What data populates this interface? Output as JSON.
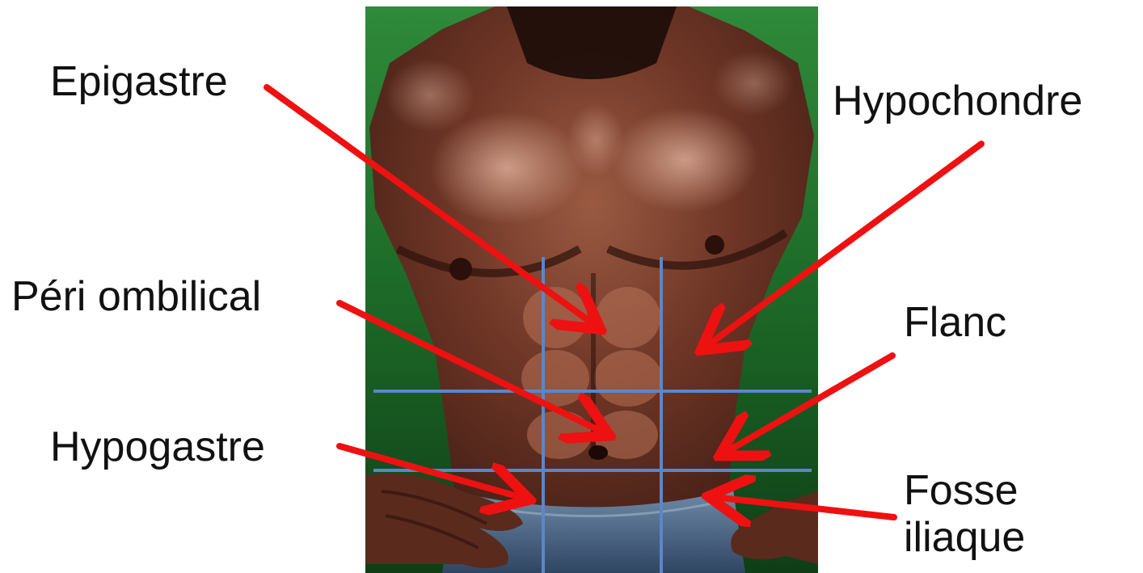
{
  "labels": {
    "epigastre": "Epigastre",
    "hypochondre": "Hypochondre",
    "peri_ombilical": "Péri ombilical",
    "flanc": "Flanc",
    "hypogastre": "Hypogastre",
    "fosse_iliaque_line1": "Fosse",
    "fosse_iliaque_line2": "iliaque"
  },
  "colors": {
    "arrow": "#ee1111",
    "grid": "#5b86c9",
    "background": "#ffffff",
    "photo_bg": "#1f6e2a",
    "skin": "#6b3524",
    "jeans": "#3d5878"
  },
  "grid": {
    "rows": 3,
    "cols": 3
  }
}
